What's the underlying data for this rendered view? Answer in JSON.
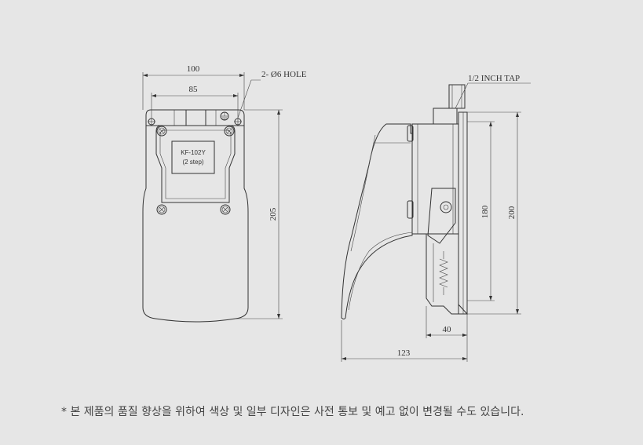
{
  "front_view": {
    "dim_width": "100",
    "dim_hole_spacing": "85",
    "dim_height": "205",
    "hole_callout": "2- Ø6 HOLE",
    "model_label": "KF-102Y",
    "step_label": "(2 step)"
  },
  "side_view": {
    "tap_callout": "1/2 INCH TAP",
    "dim_inner_height": "180",
    "dim_total_height": "200",
    "dim_base_width": "40",
    "dim_total_length": "123"
  },
  "note": "* 본 제품의 품질 향상을 위하여 색상 및 일부 디자인은 사전 통보 및 예고 없이 변경될 수도 있습니다."
}
